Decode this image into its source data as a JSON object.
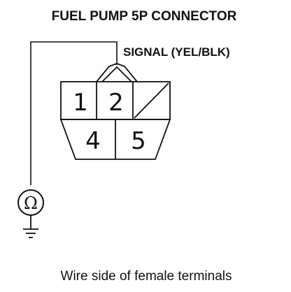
{
  "title": "FUEL PUMP 5P CONNECTOR",
  "signal_label": "SIGNAL (YEL/BLK)",
  "caption": "Wire side of female terminals",
  "connector": {
    "top_row_pins": [
      "1",
      "2"
    ],
    "bottom_row_pins": [
      "4",
      "5"
    ],
    "blank_cavity": "slash"
  },
  "meter": {
    "symbol": "Ω",
    "icon": "ohmmeter-icon"
  },
  "ground_icon": "ground-symbol-icon"
}
